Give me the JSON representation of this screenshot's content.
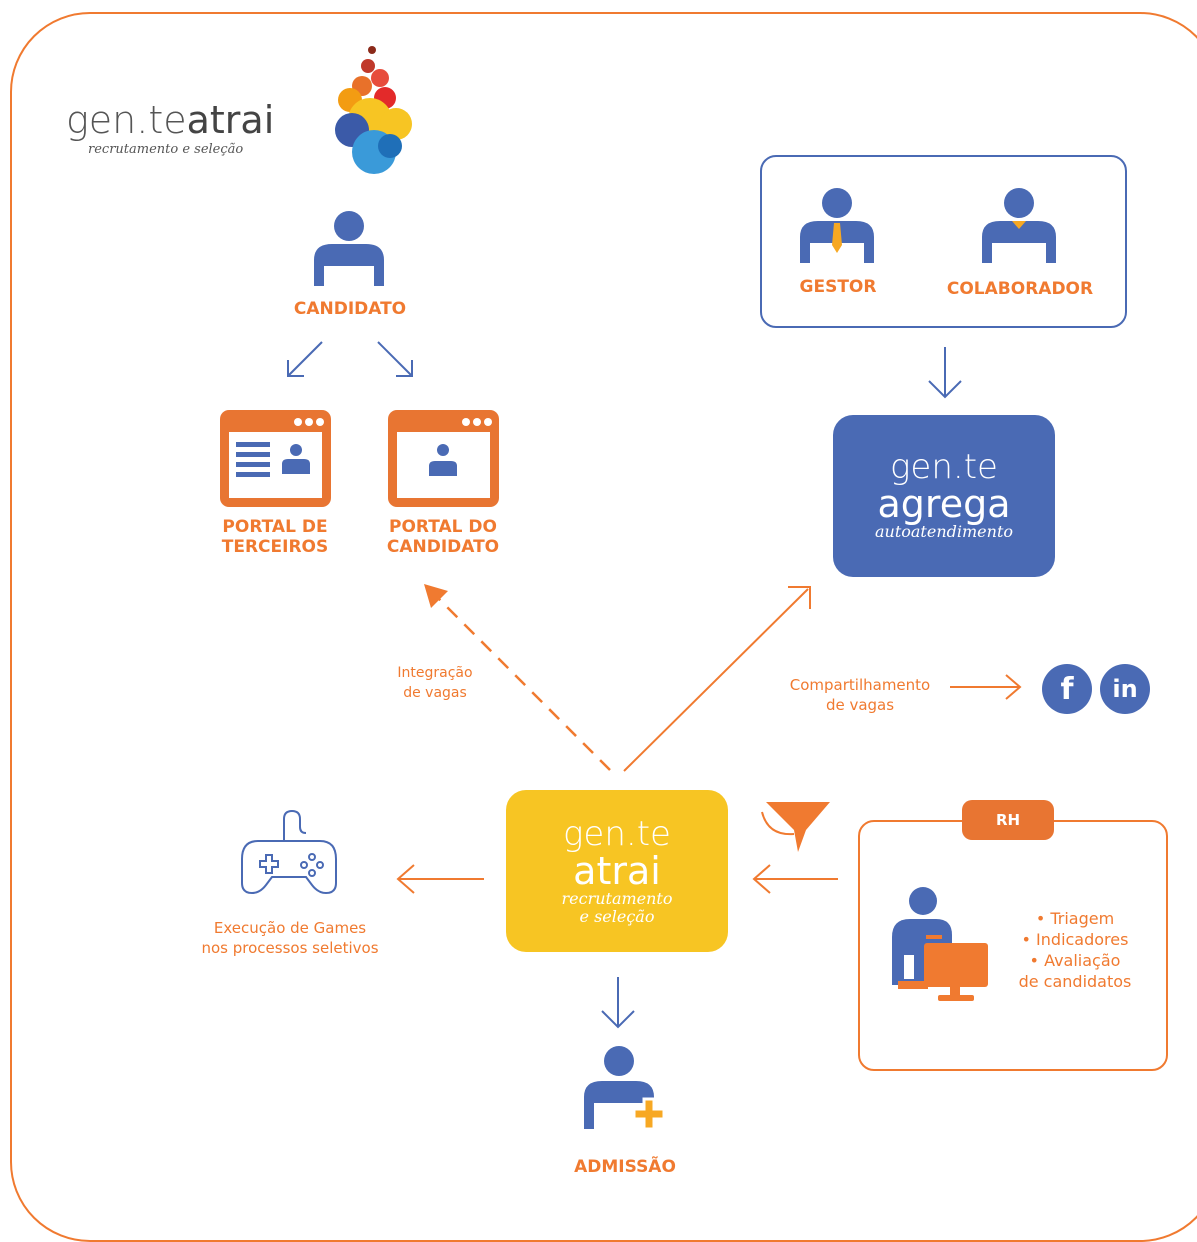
{
  "logo": {
    "brand_prefix": "gen.te",
    "brand_suffix": "atrai",
    "tagline": "recrutamento e seleção"
  },
  "candidato": {
    "label": "CANDIDATO"
  },
  "portal_terceiros": {
    "line1": "PORTAL DE",
    "line2": "TERCEIROS"
  },
  "portal_candidato": {
    "line1": "PORTAL DO",
    "line2": "CANDIDATO"
  },
  "gestor": {
    "label": "GESTOR"
  },
  "colaborador": {
    "label": "COLABORADOR"
  },
  "agrega": {
    "line1": "gen.te",
    "line2": "agrega",
    "tagline": "autoatendimento"
  },
  "integracao": {
    "line1": "Integração",
    "line2": "de vagas"
  },
  "compartilhamento": {
    "line1": "Compartilhamento",
    "line2": "de vagas"
  },
  "atrai": {
    "line1": "gen.te",
    "line2": "atrai",
    "tagline1": "recrutamento",
    "tagline2": "e seleção"
  },
  "games": {
    "line1": "Execução de Games",
    "line2": "nos processos seletivos"
  },
  "rh": {
    "tab": "RH",
    "items": [
      "Triagem",
      "Indicadores",
      "Avaliação",
      "de candidatos"
    ]
  },
  "admissao": {
    "label": "ADMISSÃO"
  },
  "social": {
    "facebook": "f",
    "linkedin": "in"
  },
  "colors": {
    "orange": "#f07a30",
    "blue": "#4a6ab4",
    "yellow": "#f7c523"
  }
}
